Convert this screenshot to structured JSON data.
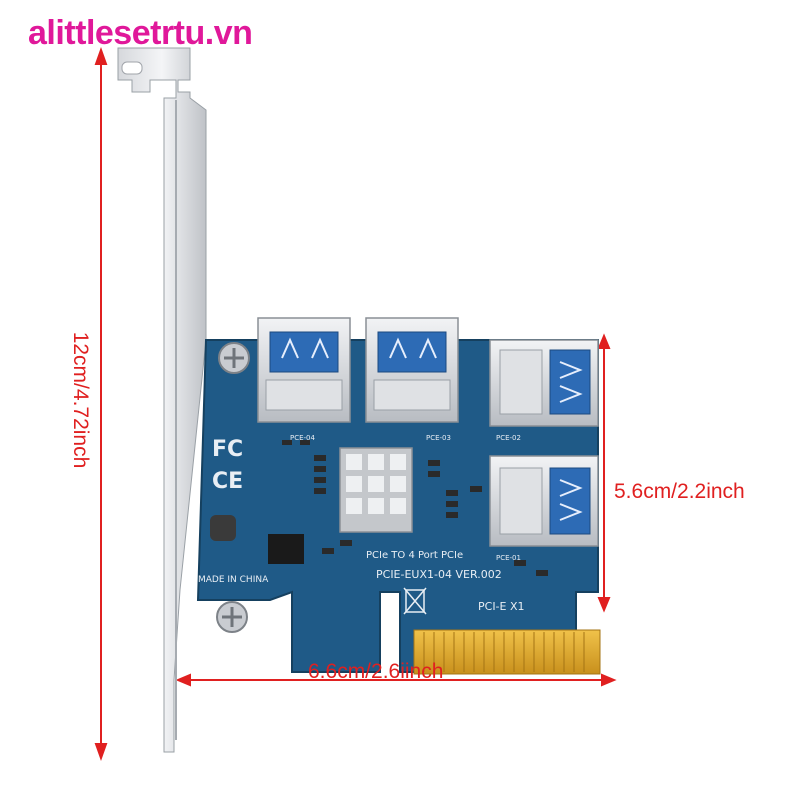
{
  "watermark": {
    "text": "alittlesetrtu.vn",
    "color": "#e0189a"
  },
  "dimensions": {
    "height_label": "12cm/4.72inch",
    "depth_label": "5.6cm/2.2inch",
    "width_label": "6.6cm/2.6iinch",
    "arrow_color": "#e02020"
  },
  "board": {
    "pcb_color": "#1f5a87",
    "title": "PCIe TO 4 Port PCIe",
    "model": "PCIE-EUX1-04 VER.002",
    "interface": "PCI-E X1",
    "origin": "MADE IN CHINA",
    "fc_mark": "FC",
    "ce_mark": "CE",
    "port_labels": [
      "PCE-04",
      "PCE-03",
      "PCE-02",
      "PCE-01"
    ]
  }
}
